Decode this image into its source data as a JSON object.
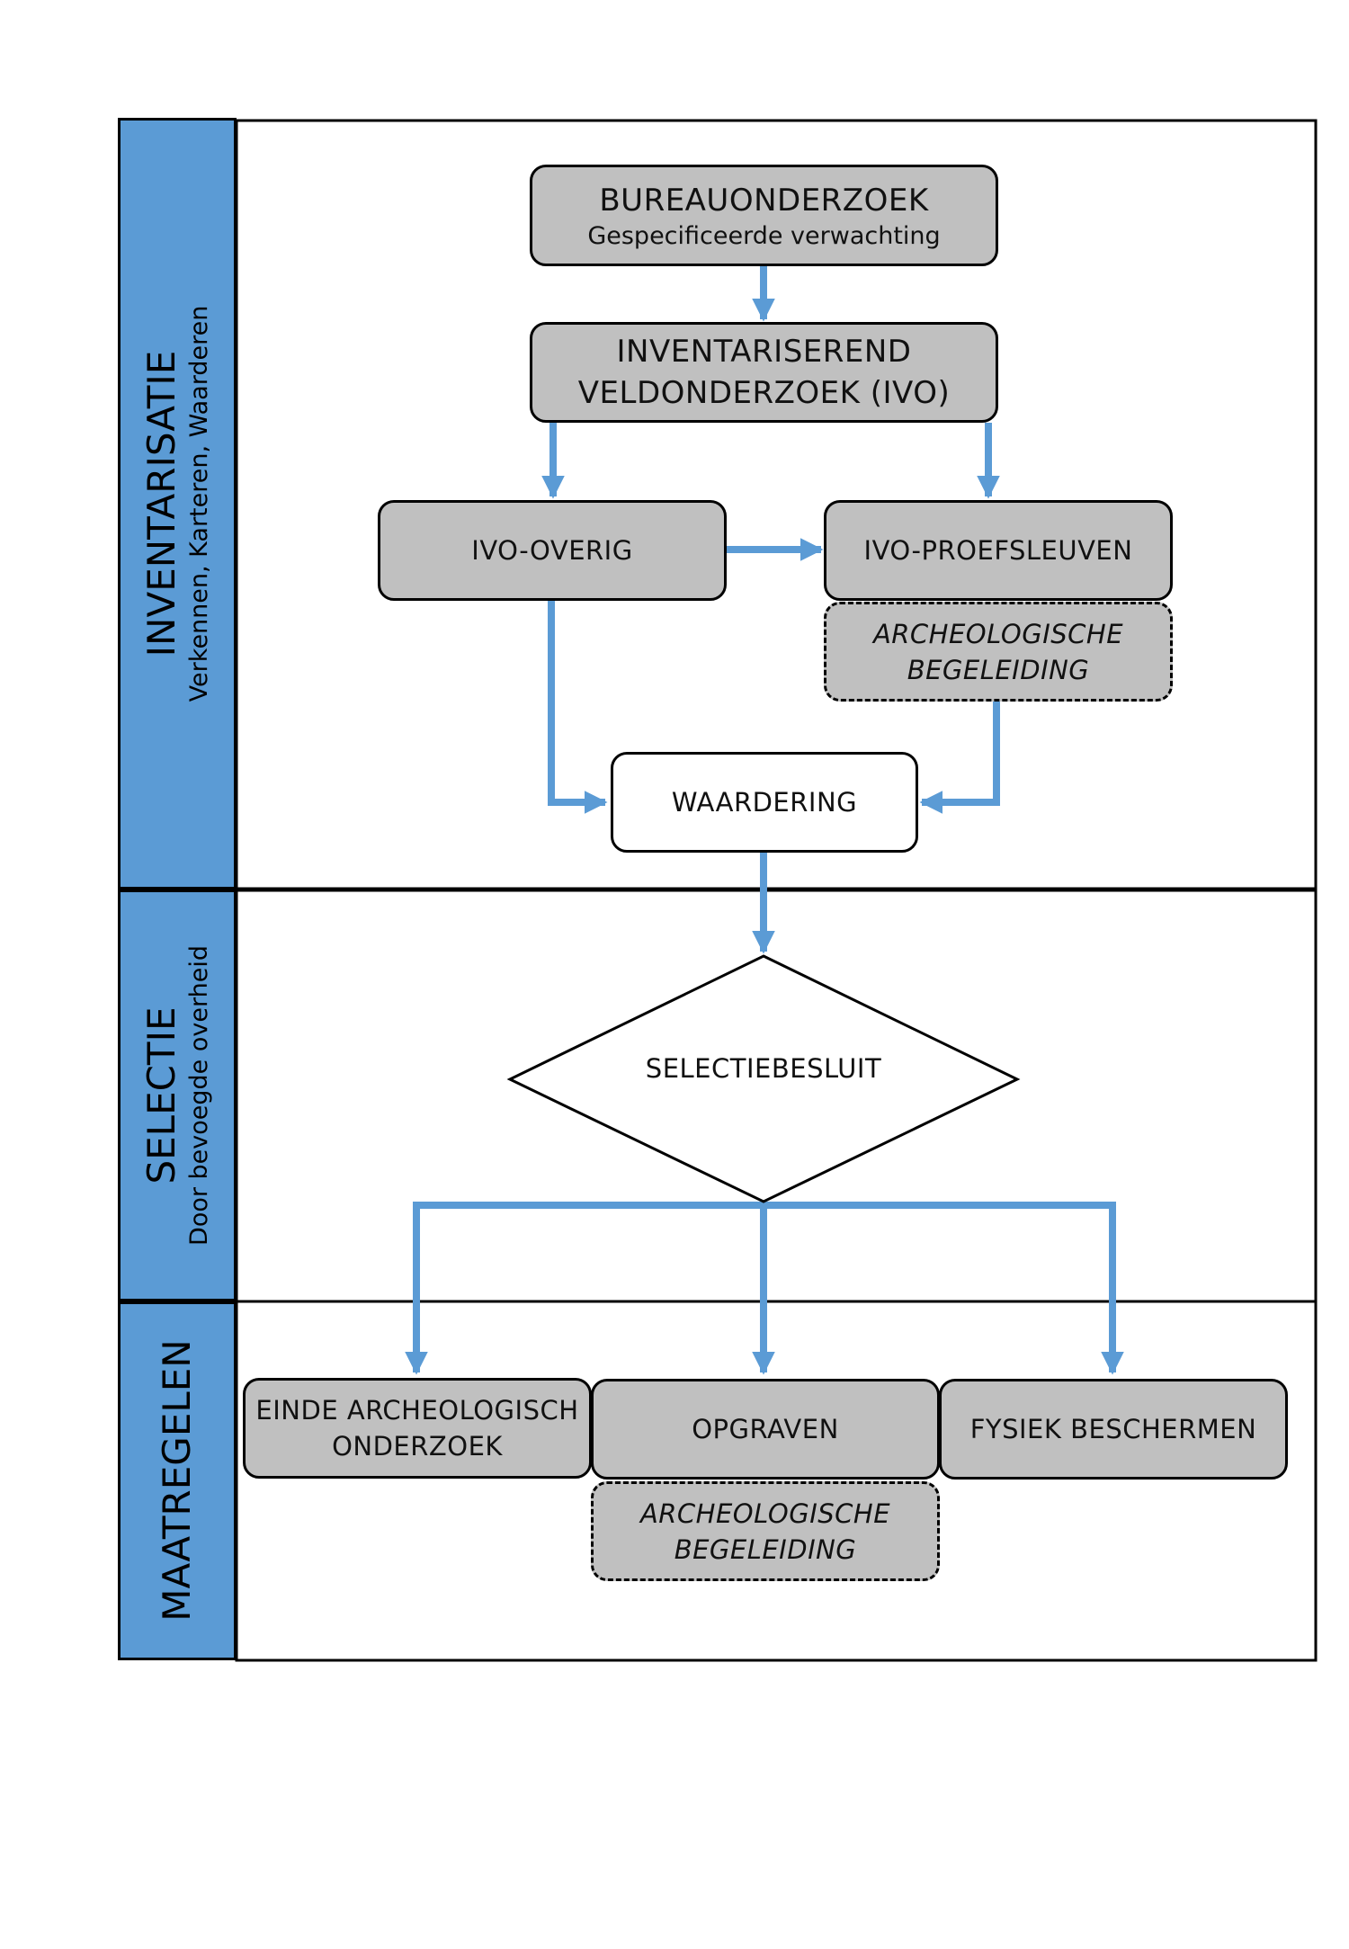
{
  "phases": {
    "inventarisatie": {
      "title": "INVENTARISATIE",
      "subtitle": "Verkennen, Karteren, Waarderen"
    },
    "selectie": {
      "title": "SELECTIE",
      "subtitle": "Door bevoegde overheid"
    },
    "maatregelen": {
      "title": "MAATREGELEN"
    }
  },
  "nodes": {
    "bureauonderzoek": {
      "title": "BUREAUONDERZOEK",
      "subtitle": "Gespecificeerde verwachting"
    },
    "ivo": {
      "line1": "INVENTARISEREND",
      "line2": "VELDONDERZOEK (IVO)"
    },
    "ivo_overig": {
      "label": "IVO-OVERIG"
    },
    "ivo_proefsleuven": {
      "label": "IVO-PROEFSLEUVEN"
    },
    "archeologische_begeleiding_1": {
      "line1": "ARCHEOLOGISCHE",
      "line2": "BEGELEIDING"
    },
    "waardering": {
      "label": "WAARDERING"
    },
    "selectiebesluit": {
      "label": "SELECTIEBESLUIT"
    },
    "einde_archeologisch_onderzoek": {
      "line1": "EINDE ARCHEOLOGISCH",
      "line2": "ONDERZOEK"
    },
    "opgraven": {
      "label": "OPGRAVEN"
    },
    "fysiek_beschermen": {
      "label": "FYSIEK BESCHERMEN"
    },
    "archeologische_begeleiding_2": {
      "line1": "ARCHEOLOGISCHE",
      "line2": "BEGELEIDING"
    }
  },
  "colors": {
    "phase_bar": "#5b9bd5",
    "arrow": "#5b9bd5",
    "box_fill": "#c0c0c0",
    "outline": "#000000"
  }
}
